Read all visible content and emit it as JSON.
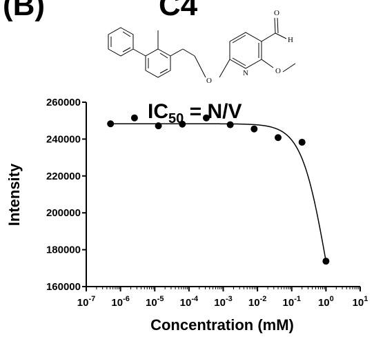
{
  "panel_label": "(B)",
  "compound_label": "C4",
  "molecule": {
    "atoms": {
      "oxygen": "O",
      "nitrogen": "N",
      "hydrogen": "H"
    }
  },
  "chart_data": {
    "type": "scatter",
    "title_main": "IC",
    "title_sub": "50",
    "title_rest": " = N/V",
    "xlabel": "Concentration (mM)",
    "ylabel": "Intensity",
    "x_scale": "log",
    "xlim": [
      1e-07,
      10
    ],
    "ylim": [
      160000,
      260000
    ],
    "x_ticks": [
      {
        "base": "10",
        "exp": "-7"
      },
      {
        "base": "10",
        "exp": "-6"
      },
      {
        "base": "10",
        "exp": "-5"
      },
      {
        "base": "10",
        "exp": "-4"
      },
      {
        "base": "10",
        "exp": "-3"
      },
      {
        "base": "10",
        "exp": "-2"
      },
      {
        "base": "10",
        "exp": "-1"
      },
      {
        "base": "10",
        "exp": "0"
      },
      {
        "base": "10",
        "exp": "1"
      }
    ],
    "y_ticks": [
      "260000",
      "240000",
      "220000",
      "200000",
      "180000",
      "160000"
    ],
    "grid": false,
    "legend": "none",
    "series": [
      {
        "marker": "filled-circle",
        "color": "#000000",
        "points": [
          {
            "x": 5.12e-07,
            "y": 248300
          },
          {
            "x": 2.56e-06,
            "y": 251500
          },
          {
            "x": 1.28e-05,
            "y": 247200
          },
          {
            "x": 6.4e-05,
            "y": 248100
          },
          {
            "x": 0.00032,
            "y": 251500
          },
          {
            "x": 0.0016,
            "y": 247800
          },
          {
            "x": 0.008,
            "y": 245500
          },
          {
            "x": 0.04,
            "y": 240800
          },
          {
            "x": 0.2,
            "y": 238300
          },
          {
            "x": 1.0,
            "y": 173800
          }
        ]
      }
    ],
    "fit_curve": {
      "top": 248300,
      "inflection": 1.0,
      "drop": 74500,
      "hill": 1.2
    }
  }
}
